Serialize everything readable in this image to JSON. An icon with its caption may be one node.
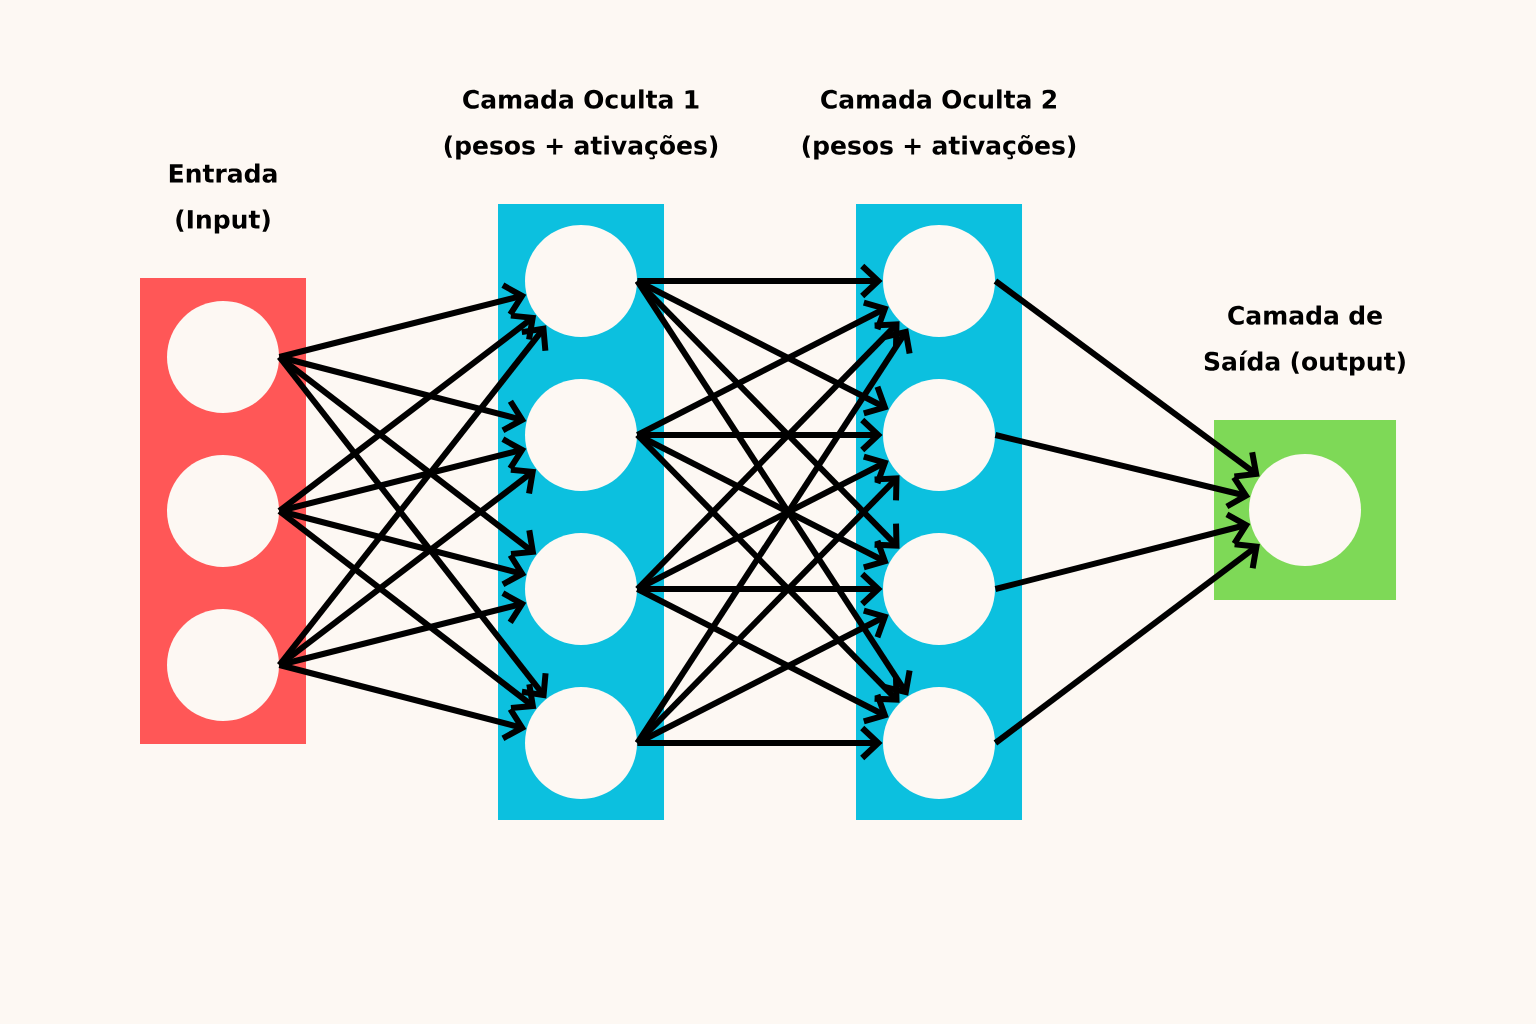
{
  "diagram": {
    "nodes": [
      {
        "text": [
          "Entrada (Input)"
        ]
      },
      {
        "text": [],
        "shape": "circle",
        "in": 0
      },
      {
        "text": [],
        "shape": "circle",
        "in": 0
      },
      {
        "text": [],
        "shape": "circle",
        "in": 0
      },
      {
        "text": [
          "Camada Oculta 1 (pesos + ativações)"
        ]
      },
      {
        "text": [],
        "shape": "circle",
        "in": 4
      },
      {
        "text": [],
        "shape": "circle",
        "in": 4
      },
      {
        "text": [],
        "shape": "circle",
        "in": 4
      },
      {
        "text": [],
        "shape": "circle",
        "in": 4
      },
      {
        "text": [
          "Camada Oculta 2 (pesos + ativações)"
        ]
      },
      {
        "text": [],
        "shape": "circle",
        "in": 9
      },
      {
        "text": [],
        "shape": "circle",
        "in": 9
      },
      {
        "text": [],
        "shape": "circle",
        "in": 9
      },
      {
        "text": [],
        "shape": "circle",
        "in": 9
      },
      {
        "text": [
          "Camada de Saída (output)"
        ]
      },
      {
        "text": [],
        "shape": "circle",
        "in": 14
      }
    ],
    "edges": [
      {
        "from": 1,
        "to": 5,
        "arrow": "to"
      },
      {
        "from": 1,
        "to": 6,
        "arrow": "to"
      },
      {
        "from": 1,
        "to": 7,
        "arrow": "to"
      },
      {
        "from": 1,
        "to": 8,
        "arrow": "to"
      },
      {
        "from": 2,
        "to": 5,
        "arrow": "to"
      },
      {
        "from": 2,
        "to": 6,
        "arrow": "to"
      },
      {
        "from": 2,
        "to": 7,
        "arrow": "to"
      },
      {
        "from": 2,
        "to": 8,
        "arrow": "to"
      },
      {
        "from": 3,
        "to": 5,
        "arrow": "to"
      },
      {
        "from": 3,
        "to": 6,
        "arrow": "to"
      },
      {
        "from": 3,
        "to": 7,
        "arrow": "to"
      },
      {
        "from": 3,
        "to": 8,
        "arrow": "to"
      },
      {
        "from": 5,
        "to": 10,
        "arrow": "to"
      },
      {
        "from": 5,
        "to": 11,
        "arrow": "to"
      },
      {
        "from": 5,
        "to": 12,
        "arrow": "to"
      },
      {
        "from": 5,
        "to": 13,
        "arrow": "to"
      },
      {
        "from": 6,
        "to": 10,
        "arrow": "to"
      },
      {
        "from": 6,
        "to": 11,
        "arrow": "to"
      },
      {
        "from": 6,
        "to": 12,
        "arrow": "to"
      },
      {
        "from": 6,
        "to": 13,
        "arrow": "to"
      },
      {
        "from": 7,
        "to": 10,
        "arrow": "to"
      },
      {
        "from": 7,
        "to": 11,
        "arrow": "to"
      },
      {
        "from": 7,
        "to": 12,
        "arrow": "to"
      },
      {
        "from": 7,
        "to": 13,
        "arrow": "to"
      },
      {
        "from": 8,
        "to": 10,
        "arrow": "to"
      },
      {
        "from": 8,
        "to": 11,
        "arrow": "to"
      },
      {
        "from": 8,
        "to": 12,
        "arrow": "to"
      },
      {
        "from": 8,
        "to": 13,
        "arrow": "to"
      },
      {
        "from": 10,
        "to": 15,
        "arrow": "to"
      },
      {
        "from": 11,
        "to": 15,
        "arrow": "to"
      },
      {
        "from": 12,
        "to": 15,
        "arrow": "to"
      },
      {
        "from": 13,
        "to": 15,
        "arrow": "to"
      }
    ]
  }
}
